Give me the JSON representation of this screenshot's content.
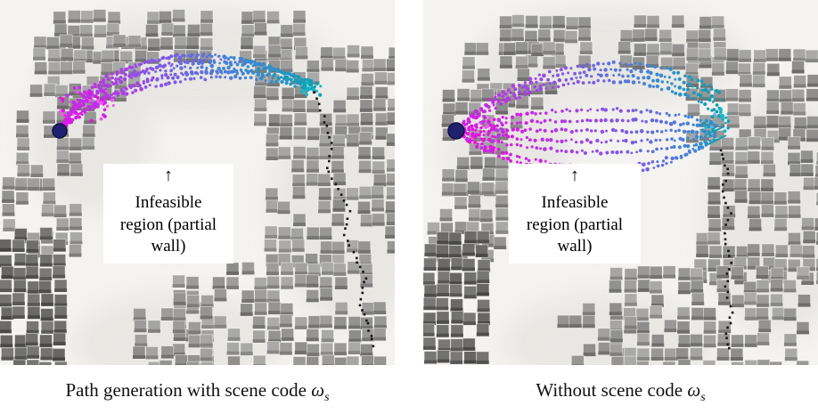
{
  "figure": {
    "panels": [
      {
        "caption_text": "Path generation with scene code ",
        "caption_symbol": "ω",
        "caption_sub": "s",
        "annotation": {
          "arrow": "↑",
          "line1": "Infeasible",
          "line2": "region (partial",
          "line3": "wall)"
        }
      },
      {
        "caption_text": "Without scene code ",
        "caption_symbol": "ω",
        "caption_sub": "s",
        "annotation": {
          "arrow": "↑",
          "line1": "Infeasible",
          "line2": "region (partial",
          "line3": "wall)"
        }
      }
    ]
  },
  "colors": {
    "trajectory_ramp": [
      "#e312e3",
      "#b836e8",
      "#7a5ce8",
      "#3f86d6",
      "#11a0b4"
    ],
    "start_dot": "#202070",
    "start_dot_edge": "#0e0e45",
    "sampled_dots": "#161616",
    "teal_end": "#0fa0b4",
    "voxel_gray": "#8f8f8f",
    "panel_background": "#f4f3f1",
    "annotation_background": "#ffffff",
    "text": "#000000"
  }
}
